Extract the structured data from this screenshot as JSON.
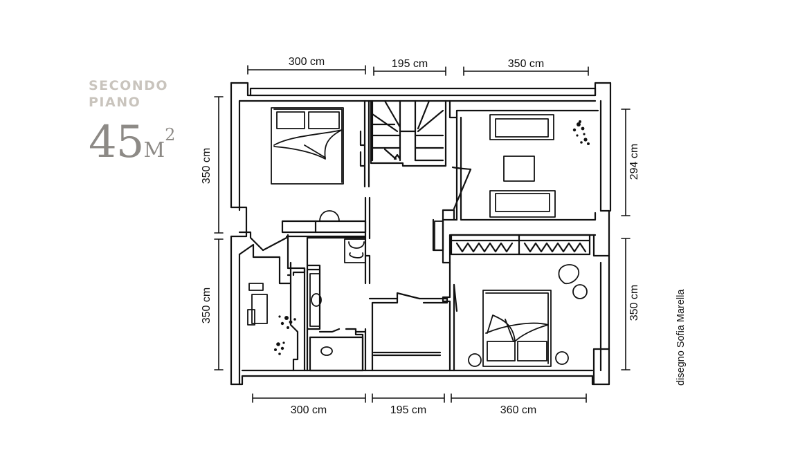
{
  "title": {
    "line1": "SECONDO",
    "line2": "PIANO"
  },
  "area": {
    "value": "45",
    "unit": "M",
    "exponent": "2"
  },
  "dimensions": {
    "top": [
      "300 cm",
      "195 cm",
      "350 cm"
    ],
    "bottom": [
      "300 cm",
      "195 cm",
      "360 cm"
    ],
    "left": [
      "350 cm",
      "350 cm"
    ],
    "right": [
      "294 cm",
      "350 cm"
    ]
  },
  "credit": "disegno Sofia Marella",
  "colors": {
    "ink": "#111111",
    "title": "#c9c4bd",
    "area": "#8d8a86"
  }
}
